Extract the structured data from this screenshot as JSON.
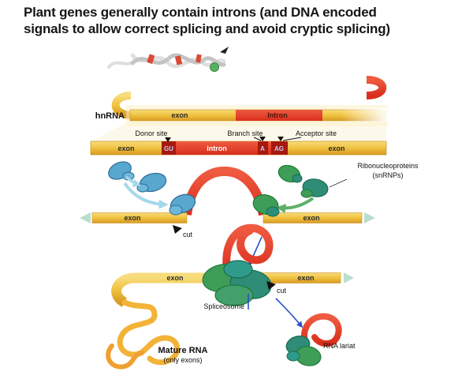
{
  "title": {
    "line1": "Plant genes generally contain introns (and DNA encoded",
    "line2": "signals to allow correct splicing and avoid cryptic splicing)"
  },
  "labels": {
    "hnrna": "hnRNA",
    "donor_site": "Donor site",
    "branch_site": "Branch site",
    "acceptor_site": "Acceptor site",
    "ribonucleoproteins": "Ribonucleoproteins",
    "snrnps": "(snRNPs)",
    "cut": "cut",
    "spliceosome": "Spliceosome",
    "mature_rna": "Mature RNA",
    "only_exons": "(only exons)",
    "rna_lariat": "RNA lariat"
  },
  "bar1": {
    "exon": "exon",
    "intron": "Intron"
  },
  "bar2": {
    "exon_left": "exon",
    "gu": "GU",
    "intron": "intron",
    "a": "A",
    "ag": "AG",
    "exon_right": "exon"
  },
  "stage3": {
    "exon_left": "exon",
    "exon_right": "exon"
  },
  "stage4": {
    "exon_left": "exon",
    "exon_right": "exon"
  },
  "colors": {
    "exon_yellow": "#EFC23E",
    "intron_red": "#E03A25",
    "splice_site_dark_red": "#A8180D",
    "snrnp_blue": "#58A7CF",
    "snrnp_green": "#3E9E57",
    "spliceosome_teal": "#2E8C77",
    "arrow_blue": "#2B50C8"
  }
}
